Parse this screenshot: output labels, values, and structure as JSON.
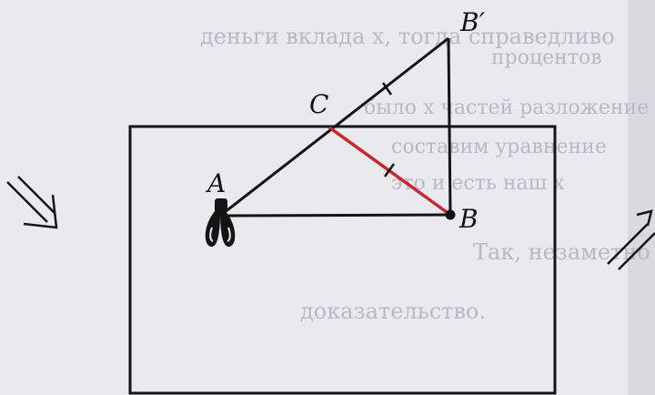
{
  "figure": {
    "labels": {
      "a": "A",
      "b": "B",
      "c": "C",
      "b_prime": "B′"
    },
    "colors": {
      "background": "#e9e9ee",
      "ink": "#141414",
      "segment_cb": "#c8282d",
      "bleed_text": "#b9b9c4"
    }
  },
  "bleed_through": {
    "line1": "деньги вклада x, тогда справедливо",
    "line2": "процентов",
    "line3": "было x частей разложение перел",
    "line4": "составим уравнение",
    "line5": "это и есть наш x",
    "line6": "Так, незаметно для себя мы получили",
    "line7": "доказательство."
  }
}
